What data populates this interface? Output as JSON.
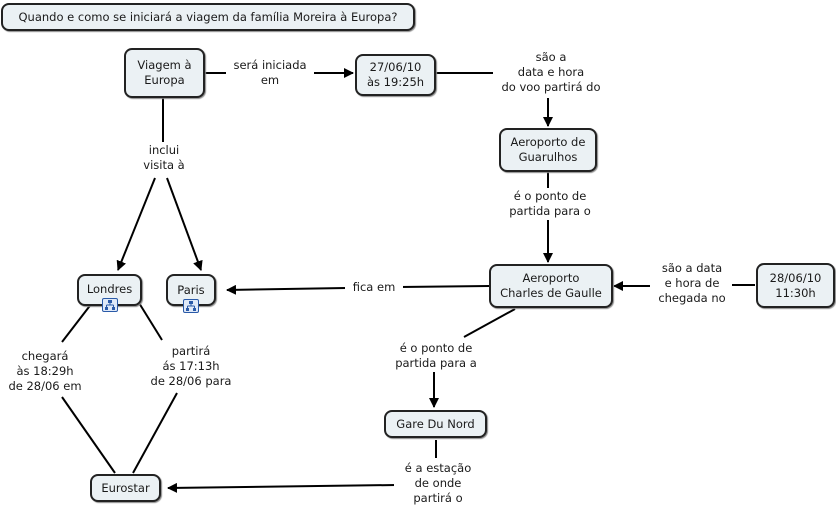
{
  "question": "Quando e como se iniciará a viagem da família Moreira à Europa?",
  "nodes": {
    "viagem": "Viagem à\nEuropa",
    "data_partida": "27/06/10\nàs 19:25h",
    "guarulhos": "Aeroporto de\nGuarulhos",
    "cdg": "Aeroporto\nCharles de Gaulle",
    "data_chegada": "28/06/10\n11:30h",
    "londres": "Londres",
    "paris": "Paris",
    "gare": "Gare Du Nord",
    "eurostar": "Eurostar"
  },
  "links": {
    "sera_iniciada": "será iniciada\nem",
    "sao_data_hora": "são a\ndata e hora\ndo voo partirá do",
    "ponto_partida_o": "é o ponto de\npartida para o",
    "sao_data_chegada": "são a data\ne hora de\nchegada no",
    "fica_em": "fica em",
    "inclui": "inclui\nvisita à",
    "ponto_partida_a": "é o ponto de\npartida para a",
    "estacao": "é a estação\nde onde\npartirá o",
    "chegara": "chegará\nàs 18:29h\nde 28/06 em",
    "partira": "partirá\nás 17:13h\nde 28/06 para"
  },
  "icons": {
    "submap": "concept-map-link-icon"
  }
}
